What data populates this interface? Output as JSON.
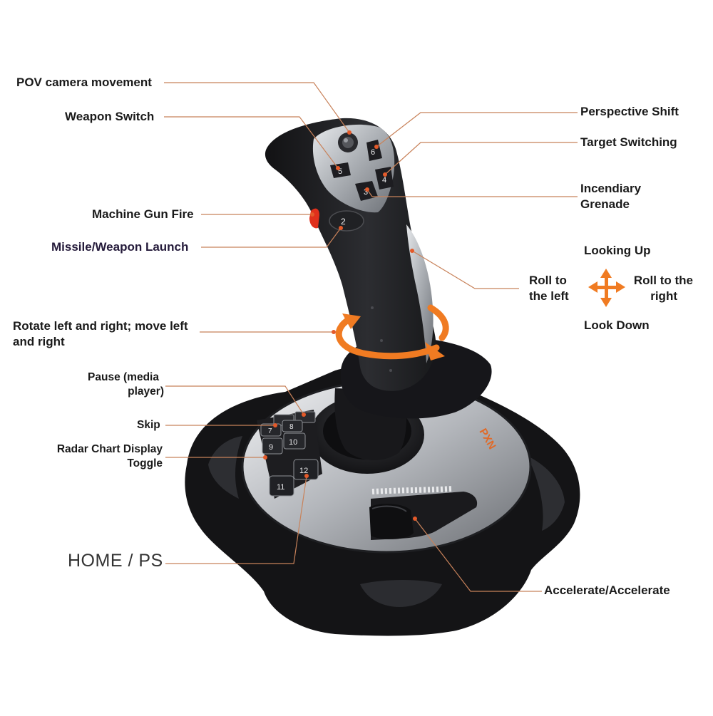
{
  "labels": {
    "pov": "POV camera movement",
    "weapon_switch": "Weapon Switch",
    "machine_gun": "Machine Gun Fire",
    "missile": "Missile/Weapon Launch",
    "rotate": [
      "Rotate left and right; move left",
      "and right"
    ],
    "pause": [
      "Pause (media",
      "player)"
    ],
    "skip": "Skip",
    "radar": [
      "Radar Chart Display",
      "Toggle"
    ],
    "home": "HOME / PS",
    "perspective": "Perspective Shift",
    "target": "Target Switching",
    "grenade": [
      "Incendiary",
      "Grenade"
    ],
    "looking_up": "Looking Up",
    "roll_left": [
      "Roll to",
      "the left"
    ],
    "roll_right": [
      "Roll to the",
      "right"
    ],
    "look_down": "Look Down",
    "accelerate": "Accelerate/Accelerate"
  },
  "buttons": {
    "b6": "6",
    "b5": "5",
    "b3": "3",
    "b4": "4",
    "b2": "2",
    "b7": "7",
    "b8": "8",
    "b9": "9",
    "b10": "10",
    "b11": "11",
    "b12": "12"
  },
  "brand": "PXN",
  "colors": {
    "leader": "#c8825a",
    "arrow": "#f07b22",
    "body_dark": "#1c1c1e",
    "body_silver": "#b9bcc0",
    "accent_red": "#e0301c"
  }
}
